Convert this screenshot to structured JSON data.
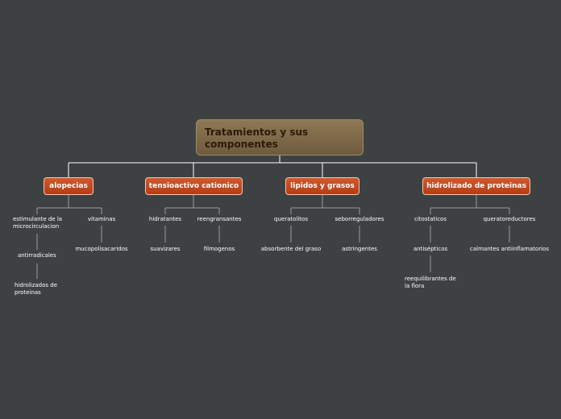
{
  "root": {
    "title": "Tratamientos y sus componentes"
  },
  "categories": [
    {
      "label": "alopecias",
      "leaves": [
        "estimulante de la microcirculacion",
        "antirradicales",
        "hidrolizados de proteinas",
        "vitaminas",
        "mucopolisacaridos"
      ]
    },
    {
      "label": "tensioactivo cationico",
      "leaves": [
        "hidratantes",
        "suavizares",
        "reengransantes",
        "filmogenos"
      ]
    },
    {
      "label": "lipidos y grasos",
      "leaves": [
        "queratolitos",
        "absorbente del graso",
        "seborreguladores",
        "astringentes"
      ]
    },
    {
      "label": "hidrolizado de proteinas",
      "leaves": [
        "citostaticos",
        "antisépticos",
        "reequilibrantes de la flora",
        "queratoreductores",
        "calmantes antiinflamatorios"
      ]
    }
  ],
  "colors": {
    "background": "#3d4142",
    "root_fill": "#7e6a4a",
    "category_fill": "#c44a20",
    "connector": "#ffffff",
    "leaf_connector": "#9a9a9a"
  }
}
